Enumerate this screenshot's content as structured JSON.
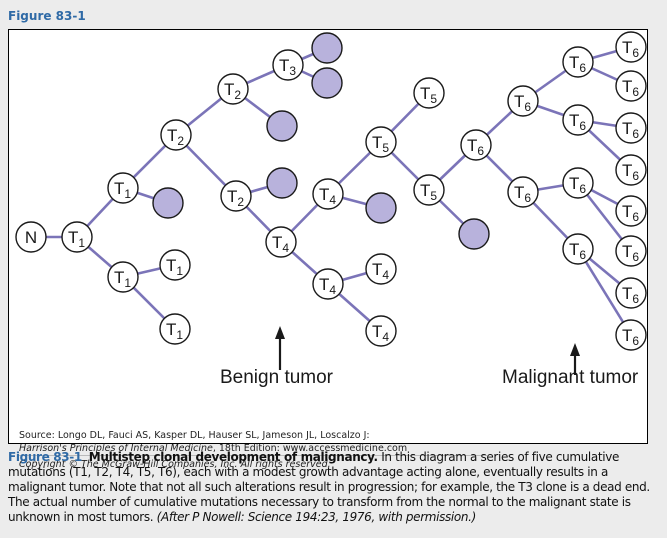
{
  "header": {
    "figure_label": "Figure 83-1"
  },
  "diagram": {
    "edge_color": "#7b74b8",
    "dead_fill": "#b8b2dc",
    "nodes": [
      {
        "id": "n0",
        "label": "N",
        "sub": ""
      },
      {
        "id": "a1",
        "label": "T",
        "sub": "1"
      },
      {
        "id": "a2",
        "label": "T",
        "sub": "1"
      },
      {
        "id": "d1",
        "label": "",
        "sub": "",
        "dead": true
      },
      {
        "id": "a3",
        "label": "T",
        "sub": "1"
      },
      {
        "id": "a4",
        "label": "T",
        "sub": "1"
      },
      {
        "id": "a5",
        "label": "T",
        "sub": "1"
      },
      {
        "id": "b1",
        "label": "T",
        "sub": "2"
      },
      {
        "id": "b2",
        "label": "T",
        "sub": "2"
      },
      {
        "id": "c1",
        "label": "T",
        "sub": "3"
      },
      {
        "id": "d2",
        "label": "",
        "sub": "",
        "dead": true
      },
      {
        "id": "d3",
        "label": "",
        "sub": "",
        "dead": true
      },
      {
        "id": "d4",
        "label": "",
        "sub": "",
        "dead": true
      },
      {
        "id": "b3",
        "label": "T",
        "sub": "2"
      },
      {
        "id": "d5",
        "label": "",
        "sub": "",
        "dead": true
      },
      {
        "id": "e1",
        "label": "T",
        "sub": "4"
      },
      {
        "id": "e2",
        "label": "T",
        "sub": "4"
      },
      {
        "id": "d6",
        "label": "",
        "sub": "",
        "dead": true
      },
      {
        "id": "e3",
        "label": "T",
        "sub": "4"
      },
      {
        "id": "e4",
        "label": "T",
        "sub": "4"
      },
      {
        "id": "e5",
        "label": "T",
        "sub": "4"
      },
      {
        "id": "f1",
        "label": "T",
        "sub": "5"
      },
      {
        "id": "f2",
        "label": "T",
        "sub": "5"
      },
      {
        "id": "f3",
        "label": "T",
        "sub": "5"
      },
      {
        "id": "d7",
        "label": "",
        "sub": "",
        "dead": true
      },
      {
        "id": "g1",
        "label": "T",
        "sub": "6"
      },
      {
        "id": "g2",
        "label": "T",
        "sub": "6"
      },
      {
        "id": "g3",
        "label": "T",
        "sub": "6"
      },
      {
        "id": "g4",
        "label": "T",
        "sub": "6"
      },
      {
        "id": "g5",
        "label": "T",
        "sub": "6"
      },
      {
        "id": "g6",
        "label": "T",
        "sub": "6"
      },
      {
        "id": "g7",
        "label": "T",
        "sub": "6"
      },
      {
        "id": "g8",
        "label": "T",
        "sub": "6"
      },
      {
        "id": "g9",
        "label": "T",
        "sub": "6"
      },
      {
        "id": "g10",
        "label": "T",
        "sub": "6"
      },
      {
        "id": "g11",
        "label": "T",
        "sub": "6"
      },
      {
        "id": "g12",
        "label": "T",
        "sub": "6"
      },
      {
        "id": "g13",
        "label": "T",
        "sub": "6"
      },
      {
        "id": "g14",
        "label": "T",
        "sub": "6"
      },
      {
        "id": "g15",
        "label": "T",
        "sub": "6"
      }
    ],
    "edges": [
      [
        "n0",
        "a1"
      ],
      [
        "a1",
        "a2"
      ],
      [
        "a2",
        "d1"
      ],
      [
        "a1",
        "a3"
      ],
      [
        "a3",
        "a4"
      ],
      [
        "a3",
        "a5"
      ],
      [
        "a2",
        "b1"
      ],
      [
        "b1",
        "b2"
      ],
      [
        "b2",
        "c1"
      ],
      [
        "c1",
        "d2"
      ],
      [
        "c1",
        "d3"
      ],
      [
        "b2",
        "d4"
      ],
      [
        "b1",
        "b3"
      ],
      [
        "b3",
        "d5"
      ],
      [
        "b3",
        "e1"
      ],
      [
        "e1",
        "e2"
      ],
      [
        "e2",
        "d6"
      ],
      [
        "e1",
        "e3"
      ],
      [
        "e3",
        "e4"
      ],
      [
        "e3",
        "e5"
      ],
      [
        "e2",
        "f1"
      ],
      [
        "f1",
        "f2"
      ],
      [
        "f1",
        "f3"
      ],
      [
        "f3",
        "d7"
      ],
      [
        "f3",
        "g1"
      ],
      [
        "g1",
        "g2"
      ],
      [
        "g2",
        "g3"
      ],
      [
        "g3",
        "g4"
      ],
      [
        "g3",
        "g5"
      ],
      [
        "g2",
        "g6"
      ],
      [
        "g6",
        "g7"
      ],
      [
        "g6",
        "g8"
      ],
      [
        "g1",
        "g9"
      ],
      [
        "g9",
        "g10"
      ],
      [
        "g10",
        "g11"
      ],
      [
        "g10",
        "g12"
      ],
      [
        "g9",
        "g13"
      ],
      [
        "g13",
        "g14"
      ],
      [
        "g13",
        "g15"
      ]
    ],
    "labels": {
      "benign": "Benign tumor",
      "malignant": "Malignant tumor"
    }
  },
  "source": {
    "line1": "Source: Longo DL, Fauci AS, Kasper DL, Hauser SL, Jameson JL, Loscalzo J:",
    "book": "Harrison's Principles of Internal Medicine",
    "line2_rest": ", 18th Edition: www.accessmedicine.com",
    "copyright": "Copyright © The McGraw-Hill Companies, Inc. All rights reserved."
  },
  "caption": {
    "figure_label": "Figure 83-1",
    "title": "Multistep clonal development of malignancy.",
    "body": " In this diagram a series of five cumulative mutations (T1, T2, T4, T5, T6), each with a modest growth advantage acting alone, eventually results in a malignant tumor. Note that not all such alterations result in progression; for example, the T3 clone is a dead end. The actual number of cumulative mutations necessary to transform from the normal to the malignant state is unknown in most tumors. ",
    "credit": "(After P Nowell: Science 194:23, 1976, with permission.)"
  }
}
